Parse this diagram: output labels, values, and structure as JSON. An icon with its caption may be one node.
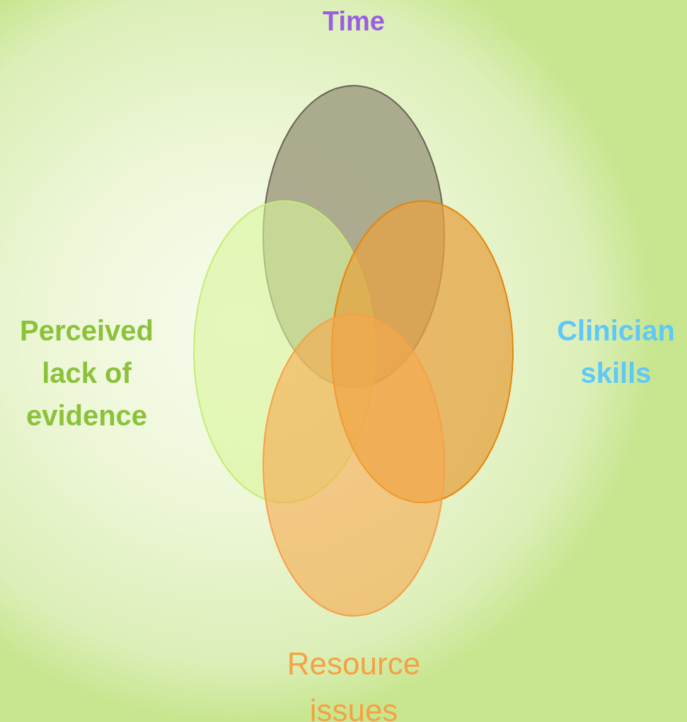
{
  "diagram": {
    "nodes": [
      {
        "text": [
          "Time"
        ]
      },
      {
        "text": [
          "Perceived lack of evidence"
        ]
      },
      {
        "text": [
          "Clinician skills"
        ]
      },
      {
        "text": [
          "Resource issues"
        ]
      }
    ]
  }
}
